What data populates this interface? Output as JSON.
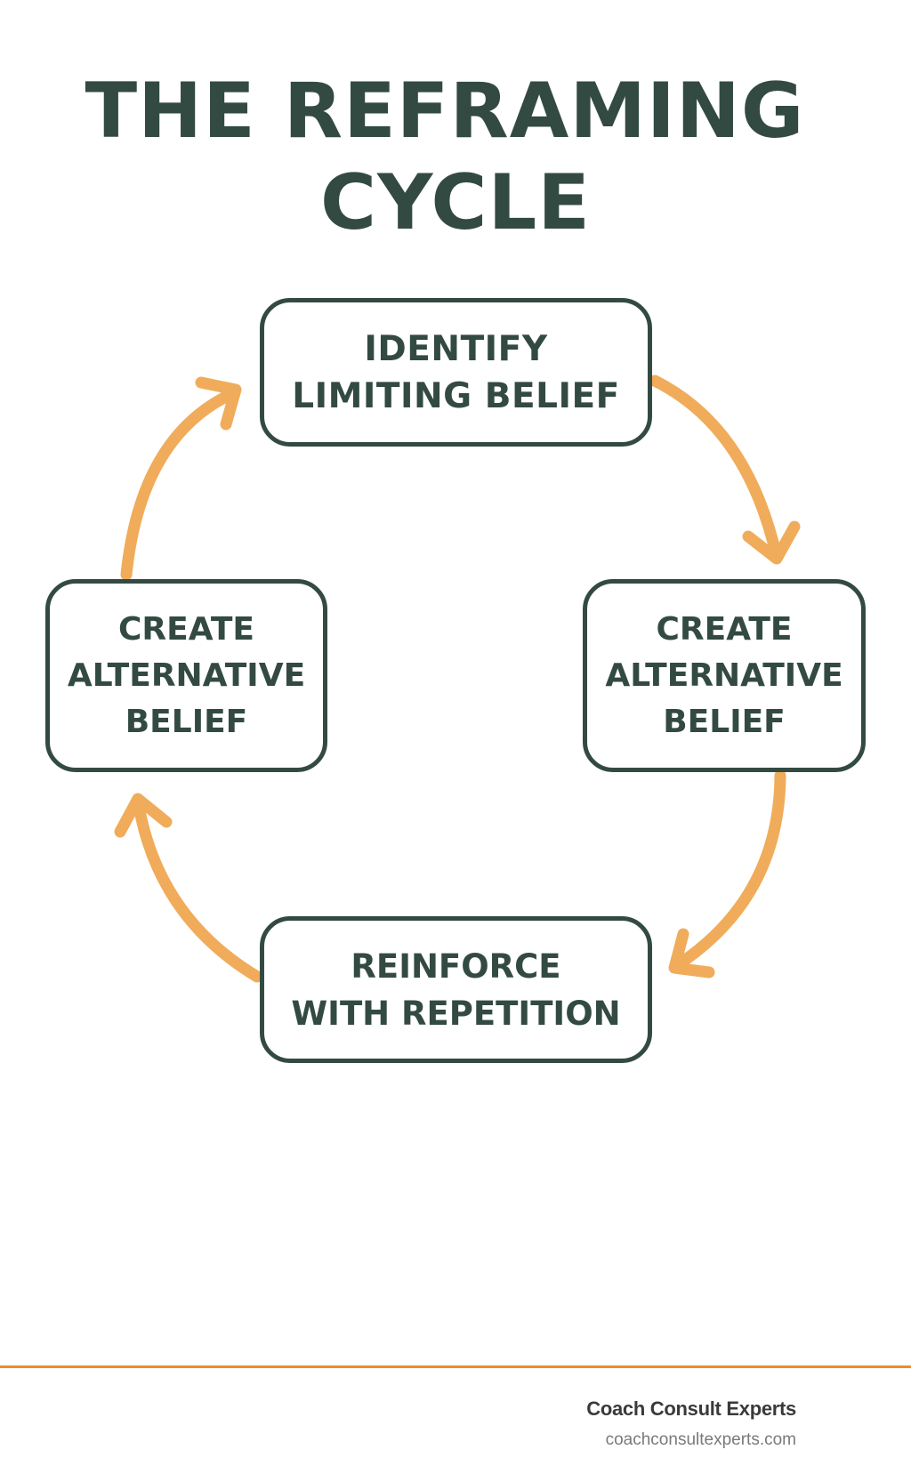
{
  "title": {
    "line1": "THE REFRAMING",
    "line2": "CYCLE"
  },
  "colors": {
    "primary": "#334a43",
    "arrow": "#f0ac5a",
    "divider": "#f08a2a",
    "footer_brand": "#3a3a3a",
    "footer_url": "#7a7a7a",
    "background": "#ffffff"
  },
  "cycle": {
    "nodes": [
      {
        "id": "top",
        "lines": [
          "IDENTIFY",
          "LIMITING BELIEF"
        ]
      },
      {
        "id": "right",
        "lines": [
          "CREATE",
          "ALTERNATIVE",
          "BELIEF"
        ]
      },
      {
        "id": "bottom",
        "lines": [
          "REINFORCE",
          "WITH REPETITION"
        ]
      },
      {
        "id": "left",
        "lines": [
          "CREATE",
          "ALTERNATIVE",
          "BELIEF"
        ]
      }
    ],
    "arrows": [
      {
        "from": "top",
        "to": "right",
        "icon": "curved-arrow-icon"
      },
      {
        "from": "right",
        "to": "bottom",
        "icon": "curved-arrow-icon"
      },
      {
        "from": "bottom",
        "to": "left",
        "icon": "curved-arrow-icon"
      },
      {
        "from": "left",
        "to": "top",
        "icon": "curved-arrow-icon"
      }
    ]
  },
  "footer": {
    "brand": "Coach Consult Experts",
    "url": "coachconsultexperts.com"
  }
}
